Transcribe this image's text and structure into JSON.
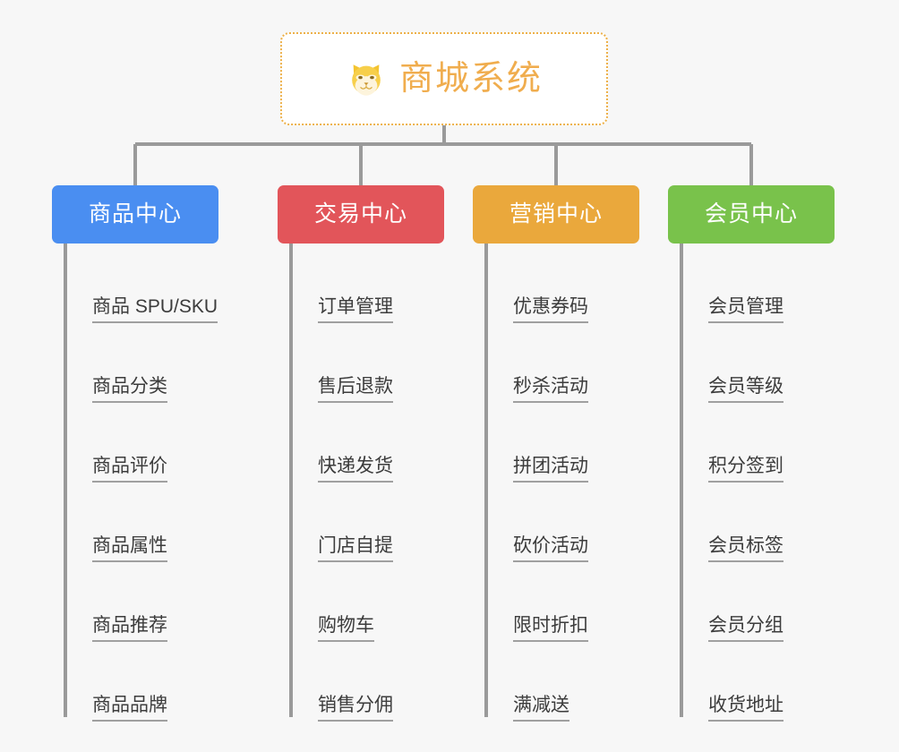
{
  "root": {
    "title": "商城系统",
    "icon": "shiba-dog-icon",
    "border_color": "#edb14a",
    "text_color": "#f0ad4e",
    "background": "#ffffff"
  },
  "canvas": {
    "background": "#f7f7f7",
    "connector_color": "#9a9a9a",
    "leaf_underline_color": "#a0a0a0",
    "leaf_text_color": "#3c3c3c"
  },
  "columns": [
    {
      "label": "商品中心",
      "color": "#4a8ef1",
      "items": [
        "商品 SPU/SKU",
        "商品分类",
        "商品评价",
        "商品属性",
        "商品推荐",
        "商品品牌"
      ]
    },
    {
      "label": "交易中心",
      "color": "#e2555a",
      "items": [
        "订单管理",
        "售后退款",
        "快递发货",
        "门店自提",
        "购物车",
        "销售分佣"
      ]
    },
    {
      "label": "营销中心",
      "color": "#eaa83c",
      "items": [
        "优惠券码",
        "秒杀活动",
        "拼团活动",
        "砍价活动",
        "限时折扣",
        "满减送"
      ]
    },
    {
      "label": "会员中心",
      "color": "#79c24b",
      "items": [
        "会员管理",
        "会员等级",
        "积分签到",
        "会员标签",
        "会员分组",
        "收货地址"
      ]
    }
  ]
}
